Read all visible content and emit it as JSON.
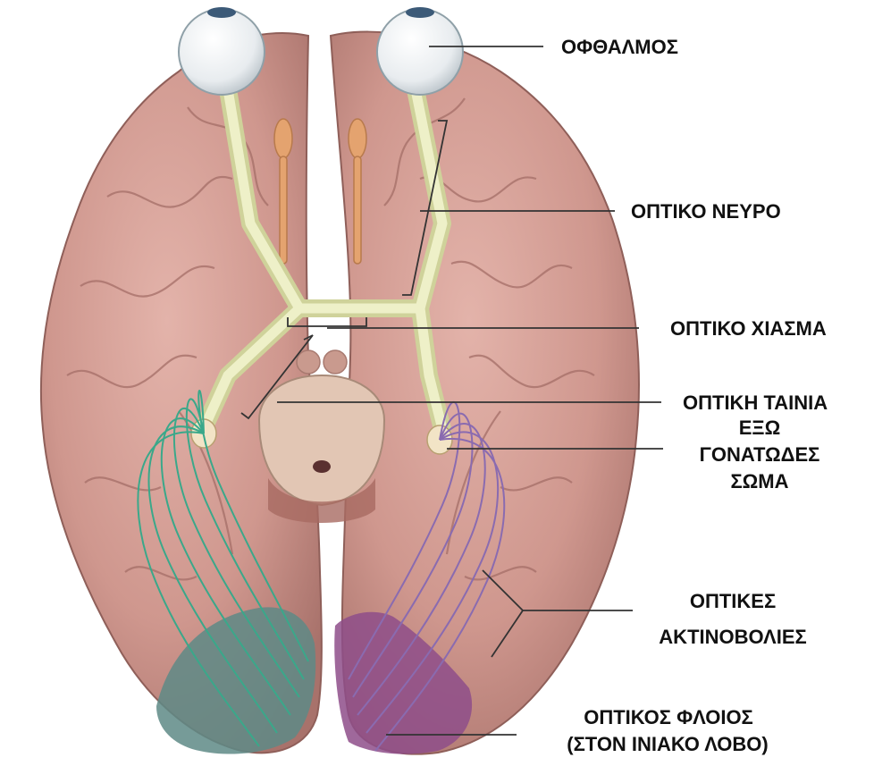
{
  "labels": {
    "eye": "ΟΦΘΑΛΜΟΣ",
    "optic_nerve": "ΟΠΤΙΚΟ ΝΕΥΡΟ",
    "optic_chiasm": "ΟΠΤΙΚΟ ΧΙΑΣΜΑ",
    "optic_tract": "ΟΠΤΙΚΗ ΤΑΙΝΙΑ",
    "lgn_line1": "ΕΞΩ",
    "lgn_line2": "ΓΟΝΑΤΩΔΕΣ",
    "lgn_line3": "ΣΩΜΑ",
    "radiations_line1": "ΟΠΤΙΚΕΣ",
    "radiations_line2": "ΑΚΤΙΝΟΒΟΛΙΕΣ",
    "cortex_line1": "ΟΠΤΙΚΟΣ ΦΛΟΙΟΣ",
    "cortex_line2": "(ΣΤΟΝ ΙΝΙΑΚΟ ΛΟΒΟ)"
  },
  "colors": {
    "brain": "#c9928a",
    "brain_dark": "#a8726b",
    "nerve": "#e6e8b8",
    "left_pathway": "#3aa88a",
    "right_pathway": "#8a6bb0",
    "left_cortex": "#5e8a86",
    "right_cortex": "#8e4e8a",
    "leader_line": "#333333"
  }
}
